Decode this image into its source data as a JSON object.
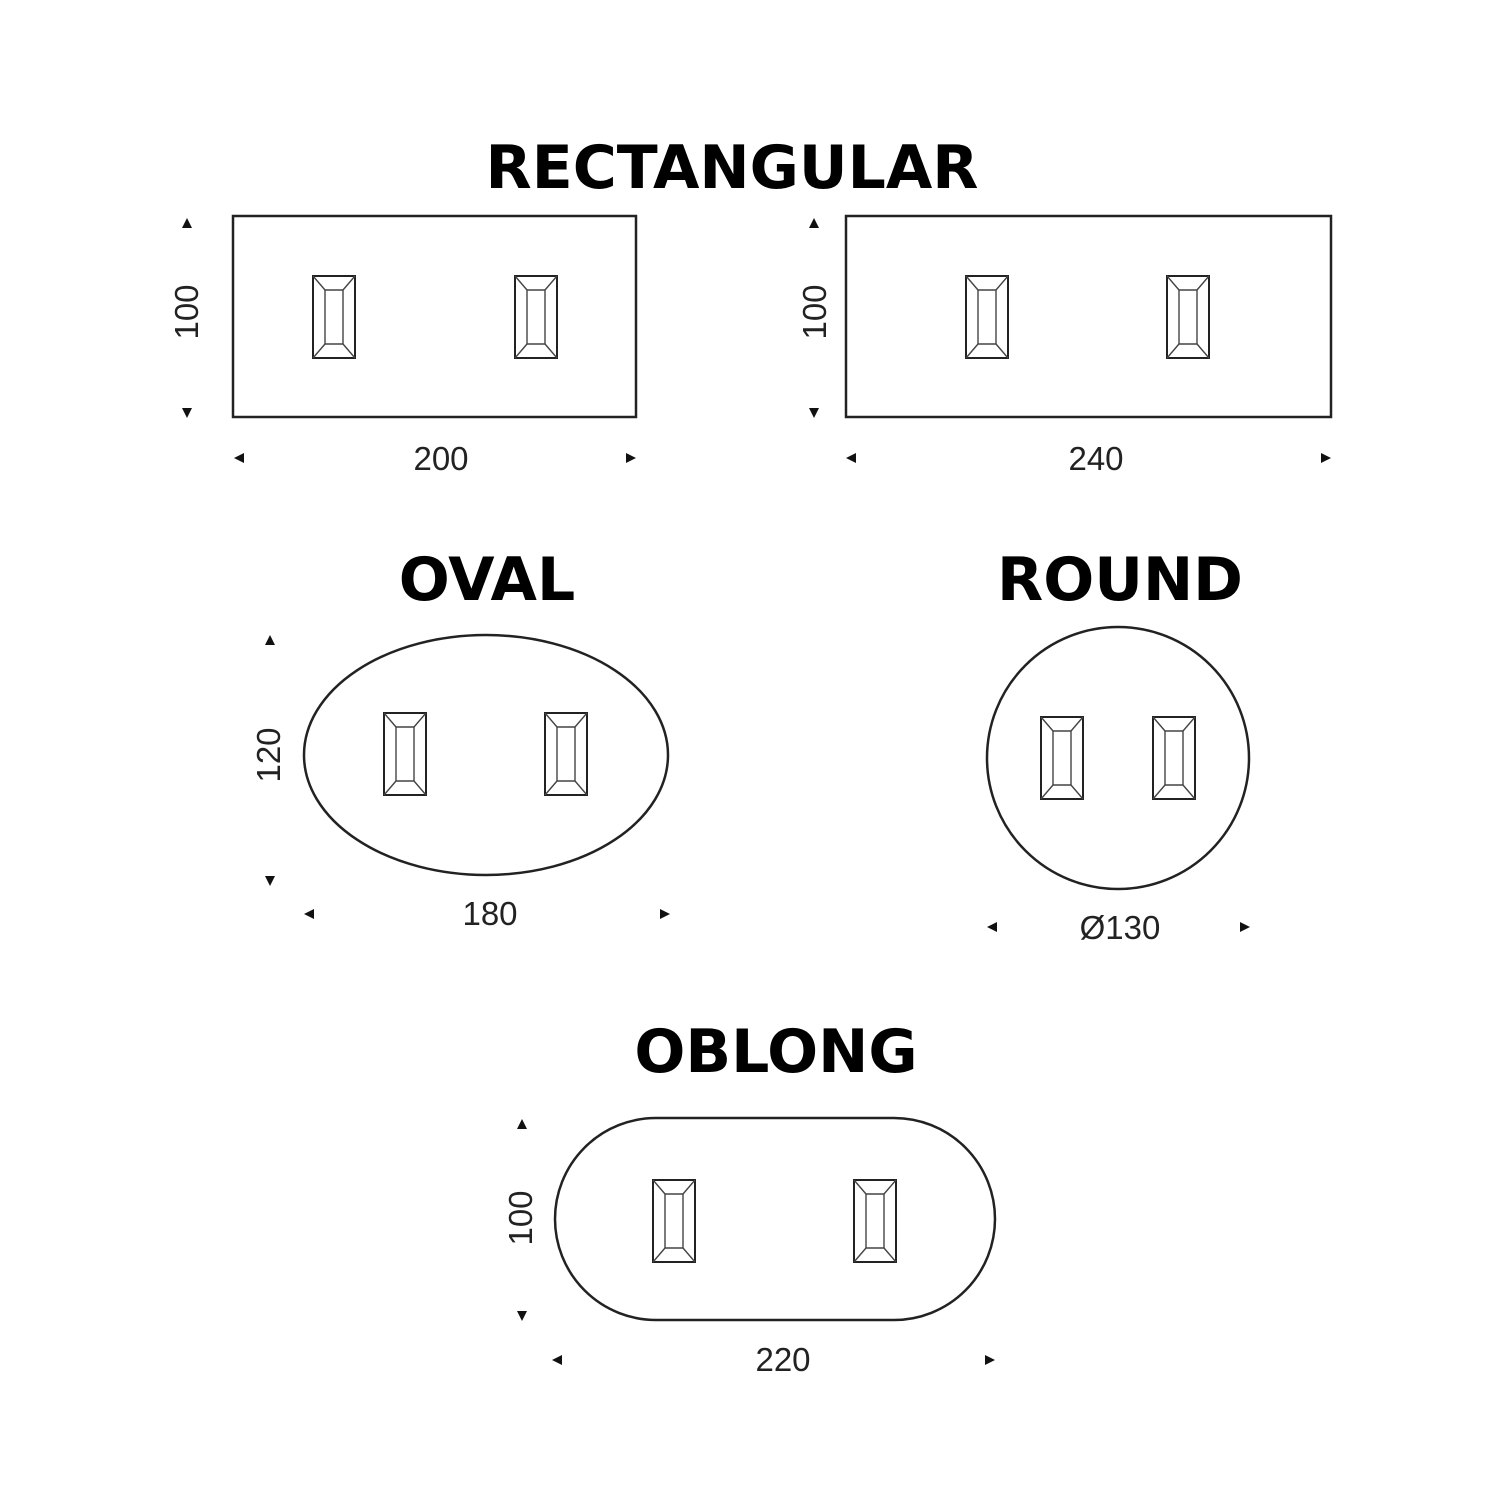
{
  "sections": {
    "rectangular": {
      "heading": "RECTANGULAR"
    },
    "oval": {
      "heading": "OVAL"
    },
    "round": {
      "heading": "ROUND"
    },
    "oblong": {
      "heading": "OBLONG"
    }
  },
  "tables": {
    "rect_200": {
      "width_label": "200",
      "depth_label": "100"
    },
    "rect_240": {
      "width_label": "240",
      "depth_label": "100"
    },
    "oval_180": {
      "width_label": "180",
      "depth_label": "120"
    },
    "round_130": {
      "diameter_label": "Ø130"
    },
    "oblong_220": {
      "width_label": "220",
      "depth_label": "100"
    }
  },
  "colors": {
    "line": "#222222",
    "text": "#000000",
    "background": "#ffffff"
  }
}
